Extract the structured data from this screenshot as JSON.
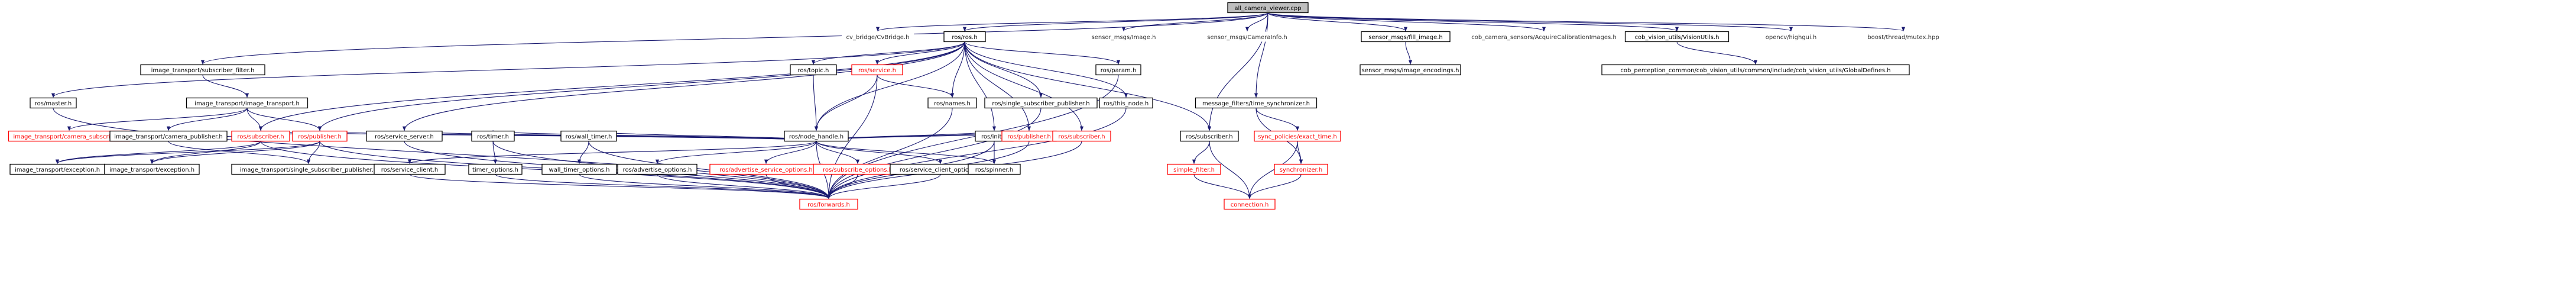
{
  "graph": {
    "kind": "include-dependency-graph",
    "colors": {
      "edge": "#191970",
      "root_fill": "#bfbfbf",
      "documented_border": "#000000",
      "undocumented_border": "#ff0000",
      "plain_text": "#333333",
      "undocumented_text": "#ff0000"
    },
    "nodes": [
      {
        "id": "all_camera_viewer",
        "label": "all_camera_viewer.cpp",
        "style": "root"
      },
      {
        "id": "cv_bridge",
        "label": "cv_bridge/CvBridge.h",
        "style": "plain"
      },
      {
        "id": "ros_ros",
        "label": "ros/ros.h",
        "style": "documented"
      },
      {
        "id": "sensor_image",
        "label": "sensor_msgs/Image.h",
        "style": "plain"
      },
      {
        "id": "sensor_camerainfo",
        "label": "sensor_msgs/CameraInfo.h",
        "style": "plain"
      },
      {
        "id": "sensor_fill_image",
        "label": "sensor_msgs/fill_image.h",
        "style": "documented"
      },
      {
        "id": "cob_acquire",
        "label": "cob_camera_sensors/AcquireCalibrationImages.h",
        "style": "plain"
      },
      {
        "id": "cob_visionutils",
        "label": "cob_vision_utils/VisionUtils.h",
        "style": "documented"
      },
      {
        "id": "opencv_highgui",
        "label": "opencv/highgui.h",
        "style": "plain"
      },
      {
        "id": "boost_mutex",
        "label": "boost/thread/mutex.hpp",
        "style": "plain"
      },
      {
        "id": "it_subscriber_filter",
        "label": "image_transport/subscriber_filter.h",
        "style": "documented"
      },
      {
        "id": "ros_topic",
        "label": "ros/topic.h",
        "style": "documented"
      },
      {
        "id": "ros_service",
        "label": "ros/service.h",
        "style": "undocumented"
      },
      {
        "id": "ros_param",
        "label": "ros/param.h",
        "style": "documented"
      },
      {
        "id": "ros_master",
        "label": "ros/master.h",
        "style": "documented"
      },
      {
        "id": "it_image_transport",
        "label": "image_transport/image_transport.h",
        "style": "documented"
      },
      {
        "id": "ros_names",
        "label": "ros/names.h",
        "style": "documented"
      },
      {
        "id": "ros_single_sub_pub",
        "label": "ros/single_subscriber_publisher.h",
        "style": "documented"
      },
      {
        "id": "ros_this_node",
        "label": "ros/this_node.h",
        "style": "documented"
      },
      {
        "id": "mf_time_sync",
        "label": "message_filters/time_synchronizer.h",
        "style": "documented"
      },
      {
        "id": "sensor_image_encodings",
        "label": "sensor_msgs/image_encodings.h",
        "style": "documented"
      },
      {
        "id": "cob_globaldefines",
        "label": "cob_perception_common/cob_vision_utils/common/include/cob_vision_utils/GlobalDefines.h",
        "style": "documented"
      },
      {
        "id": "ros_node_handle",
        "label": "ros/node_handle.h",
        "style": "documented"
      },
      {
        "id": "it_camera_subscriber",
        "label": "image_transport/camera_subscriber.h",
        "style": "undocumented"
      },
      {
        "id": "it_camera_publisher",
        "label": "image_transport/camera_publisher.h",
        "style": "documented"
      },
      {
        "id": "ros_subscriber_l",
        "label": "ros/subscriber.h",
        "style": "undocumented"
      },
      {
        "id": "ros_publisher_l",
        "label": "ros/publisher.h",
        "style": "undocumented"
      },
      {
        "id": "ros_service_server",
        "label": "ros/service_server.h",
        "style": "documented"
      },
      {
        "id": "ros_timer",
        "label": "ros/timer.h",
        "style": "documented"
      },
      {
        "id": "ros_wall_timer",
        "label": "ros/wall_timer.h",
        "style": "documented"
      },
      {
        "id": "ros_init",
        "label": "ros/init.h",
        "style": "documented"
      },
      {
        "id": "ros_publisher_r",
        "label": "ros/publisher.h",
        "style": "undocumented"
      },
      {
        "id": "ros_subscriber_r",
        "label": "ros/subscriber.h",
        "style": "undocumented"
      },
      {
        "id": "ros_subscriber_mf",
        "label": "ros/subscriber.h",
        "style": "documented"
      },
      {
        "id": "sync_exact_time",
        "label": "sync_policies/exact_time.h",
        "style": "undocumented"
      },
      {
        "id": "it_exception_a",
        "label": "image_transport/exception.h",
        "style": "documented"
      },
      {
        "id": "it_exception_b",
        "label": "image_transport/exception.h",
        "style": "documented"
      },
      {
        "id": "it_single_sub_pub",
        "label": "image_transport/single_subscriber_publisher.h",
        "style": "documented"
      },
      {
        "id": "ros_service_client",
        "label": "ros/service_client.h",
        "style": "documented"
      },
      {
        "id": "timer_options",
        "label": "timer_options.h",
        "style": "documented"
      },
      {
        "id": "wall_timer_options",
        "label": "wall_timer_options.h",
        "style": "documented"
      },
      {
        "id": "ros_advertise_options",
        "label": "ros/advertise_options.h",
        "style": "documented"
      },
      {
        "id": "ros_advertise_service_options",
        "label": "ros/advertise_service_options.h",
        "style": "undocumented"
      },
      {
        "id": "ros_subscribe_options",
        "label": "ros/subscribe_options.h",
        "style": "undocumented"
      },
      {
        "id": "ros_service_client_options",
        "label": "ros/service_client_options.h",
        "style": "documented"
      },
      {
        "id": "ros_spinner",
        "label": "ros/spinner.h",
        "style": "documented"
      },
      {
        "id": "simple_filter",
        "label": "simple_filter.h",
        "style": "undocumented"
      },
      {
        "id": "synchronizer",
        "label": "synchronizer.h",
        "style": "undocumented"
      },
      {
        "id": "ros_forwards",
        "label": "ros/forwards.h",
        "style": "undocumented"
      },
      {
        "id": "connection",
        "label": "connection.h",
        "style": "undocumented"
      }
    ],
    "edges": [
      [
        "all_camera_viewer",
        "cv_bridge"
      ],
      [
        "all_camera_viewer",
        "ros_ros"
      ],
      [
        "all_camera_viewer",
        "sensor_image"
      ],
      [
        "all_camera_viewer",
        "sensor_camerainfo"
      ],
      [
        "all_camera_viewer",
        "sensor_fill_image"
      ],
      [
        "all_camera_viewer",
        "cob_acquire"
      ],
      [
        "all_camera_viewer",
        "cob_visionutils"
      ],
      [
        "all_camera_viewer",
        "opencv_highgui"
      ],
      [
        "all_camera_viewer",
        "boost_mutex"
      ],
      [
        "all_camera_viewer",
        "it_subscriber_filter"
      ],
      [
        "all_camera_viewer",
        "mf_time_sync"
      ],
      [
        "all_camera_viewer",
        "ros_subscriber_mf"
      ],
      [
        "ros_ros",
        "ros_topic"
      ],
      [
        "ros_ros",
        "ros_service"
      ],
      [
        "ros_ros",
        "ros_param"
      ],
      [
        "ros_ros",
        "ros_master"
      ],
      [
        "ros_ros",
        "ros_names"
      ],
      [
        "ros_ros",
        "ros_single_sub_pub"
      ],
      [
        "ros_ros",
        "ros_this_node"
      ],
      [
        "ros_ros",
        "ros_node_handle"
      ],
      [
        "ros_ros",
        "ros_subscriber_l"
      ],
      [
        "ros_ros",
        "ros_publisher_l"
      ],
      [
        "ros_ros",
        "ros_service_server"
      ],
      [
        "ros_ros",
        "ros_init"
      ],
      [
        "ros_ros",
        "ros_publisher_r"
      ],
      [
        "ros_ros",
        "ros_subscriber_r"
      ],
      [
        "ros_ros",
        "ros_subscriber_mf"
      ],
      [
        "sensor_fill_image",
        "sensor_image_encodings"
      ],
      [
        "cob_visionutils",
        "cob_globaldefines"
      ],
      [
        "it_subscriber_filter",
        "it_image_transport"
      ],
      [
        "ros_topic",
        "ros_node_handle"
      ],
      [
        "ros_service",
        "ros_node_handle"
      ],
      [
        "ros_service",
        "ros_names"
      ],
      [
        "ros_service",
        "ros_forwards"
      ],
      [
        "ros_param",
        "ros_forwards"
      ],
      [
        "ros_master",
        "ros_forwards"
      ],
      [
        "it_image_transport",
        "it_camera_subscriber"
      ],
      [
        "it_image_transport",
        "it_camera_publisher"
      ],
      [
        "it_image_transport",
        "ros_subscriber_l"
      ],
      [
        "it_image_transport",
        "ros_publisher_l"
      ],
      [
        "it_camera_publisher",
        "it_single_sub_pub"
      ],
      [
        "it_camera_publisher",
        "ros_publisher_l"
      ],
      [
        "ros_subscriber_l",
        "it_exception_a"
      ],
      [
        "ros_subscriber_l",
        "it_exception_b"
      ],
      [
        "ros_subscriber_l",
        "ros_forwards"
      ],
      [
        "ros_publisher_l",
        "it_exception_a"
      ],
      [
        "ros_publisher_l",
        "it_exception_b"
      ],
      [
        "ros_publisher_l",
        "it_single_sub_pub"
      ],
      [
        "ros_publisher_l",
        "ros_forwards"
      ],
      [
        "ros_node_handle",
        "ros_subscriber_l"
      ],
      [
        "ros_node_handle",
        "ros_publisher_l"
      ],
      [
        "ros_node_handle",
        "ros_service_server"
      ],
      [
        "ros_node_handle",
        "ros_service_client"
      ],
      [
        "ros_node_handle",
        "ros_timer"
      ],
      [
        "ros_node_handle",
        "ros_wall_timer"
      ],
      [
        "ros_node_handle",
        "ros_advertise_options"
      ],
      [
        "ros_node_handle",
        "ros_advertise_service_options"
      ],
      [
        "ros_node_handle",
        "ros_subscribe_options"
      ],
      [
        "ros_node_handle",
        "ros_service_client_options"
      ],
      [
        "ros_node_handle",
        "ros_init"
      ],
      [
        "ros_node_handle",
        "ros_publisher_r"
      ],
      [
        "ros_node_handle",
        "ros_subscriber_r"
      ],
      [
        "ros_node_handle",
        "ros_forwards"
      ],
      [
        "ros_node_handle",
        "ros_spinner"
      ],
      [
        "ros_service_server",
        "ros_forwards"
      ],
      [
        "ros_service_client",
        "ros_forwards"
      ],
      [
        "ros_timer",
        "timer_options"
      ],
      [
        "ros_timer",
        "ros_forwards"
      ],
      [
        "ros_wall_timer",
        "wall_timer_options"
      ],
      [
        "ros_wall_timer",
        "ros_forwards"
      ],
      [
        "timer_options",
        "ros_forwards"
      ],
      [
        "wall_timer_options",
        "ros_forwards"
      ],
      [
        "ros_advertise_options",
        "ros_forwards"
      ],
      [
        "ros_advertise_service_options",
        "ros_forwards"
      ],
      [
        "ros_subscribe_options",
        "ros_forwards"
      ],
      [
        "ros_service_client_options",
        "ros_forwards"
      ],
      [
        "ros_init",
        "ros_forwards"
      ],
      [
        "ros_init",
        "ros_spinner"
      ],
      [
        "ros_publisher_r",
        "ros_forwards"
      ],
      [
        "ros_subscriber_r",
        "ros_forwards"
      ],
      [
        "ros_names",
        "ros_forwards"
      ],
      [
        "ros_single_sub_pub",
        "ros_forwards"
      ],
      [
        "ros_this_node",
        "ros_forwards"
      ],
      [
        "mf_time_sync",
        "sync_exact_time"
      ],
      [
        "mf_time_sync",
        "synchronizer"
      ],
      [
        "sync_exact_time",
        "synchronizer"
      ],
      [
        "sync_exact_time",
        "connection"
      ],
      [
        "synchronizer",
        "connection"
      ],
      [
        "ros_subscriber_mf",
        "simple_filter"
      ],
      [
        "ros_subscriber_mf",
        "connection"
      ],
      [
        "simple_filter",
        "connection"
      ]
    ]
  }
}
